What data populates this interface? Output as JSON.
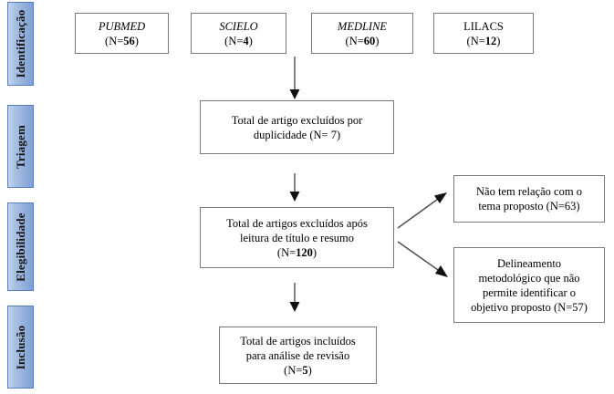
{
  "diagram": {
    "type": "prisma-flow-diagram",
    "language": "pt-BR",
    "background_color": "#ffffff",
    "box_border_color": "#7b7b7b",
    "badge_color": "#7e9fd4",
    "arrow_color": "#4d4d4d"
  },
  "stages": [
    {
      "id": "identificacao",
      "label": "Identificação"
    },
    {
      "id": "triagem",
      "label": "Triagem"
    },
    {
      "id": "elegibilidade",
      "label": "Elegibilidade"
    },
    {
      "id": "inclusao",
      "label": "Inclusão"
    }
  ],
  "sources": [
    {
      "id": "pubmed",
      "name": "PUBMED",
      "italic": true,
      "count_text": "(N=56)",
      "count": 56
    },
    {
      "id": "scielo",
      "name": "SCIELO",
      "italic": true,
      "count_text": "(N=4)",
      "count": 4
    },
    {
      "id": "medline",
      "name": "MEDLINE",
      "italic": true,
      "count_text": "(N=60)",
      "count": 60
    },
    {
      "id": "lilacs",
      "name": "LILACS",
      "italic": false,
      "count_text": "(N=12)",
      "count": 12
    }
  ],
  "nodes": {
    "duplicates": {
      "line1": "Total de artigo excluídos por",
      "line2": "duplicidade (N= 7)",
      "count": 7
    },
    "screened_excluded": {
      "line1": "Total de artigos excluídos após",
      "line2": "leitura de título e resumo",
      "line3": "(N=120)",
      "count": 120
    },
    "included": {
      "line1": "Total de artigos incluídos",
      "line2": "para análise de revisão",
      "line3": "(N=5)",
      "count": 5
    },
    "reason_offtopic": {
      "line1": "Não tem relação com o",
      "line2": "tema proposto (N=63)",
      "count": 63
    },
    "reason_method": {
      "line1": "Delineamento",
      "line2": "metodológico que não",
      "line3": "permite identificar o",
      "line4": "objetivo proposto (N=57)",
      "count": 57
    }
  }
}
